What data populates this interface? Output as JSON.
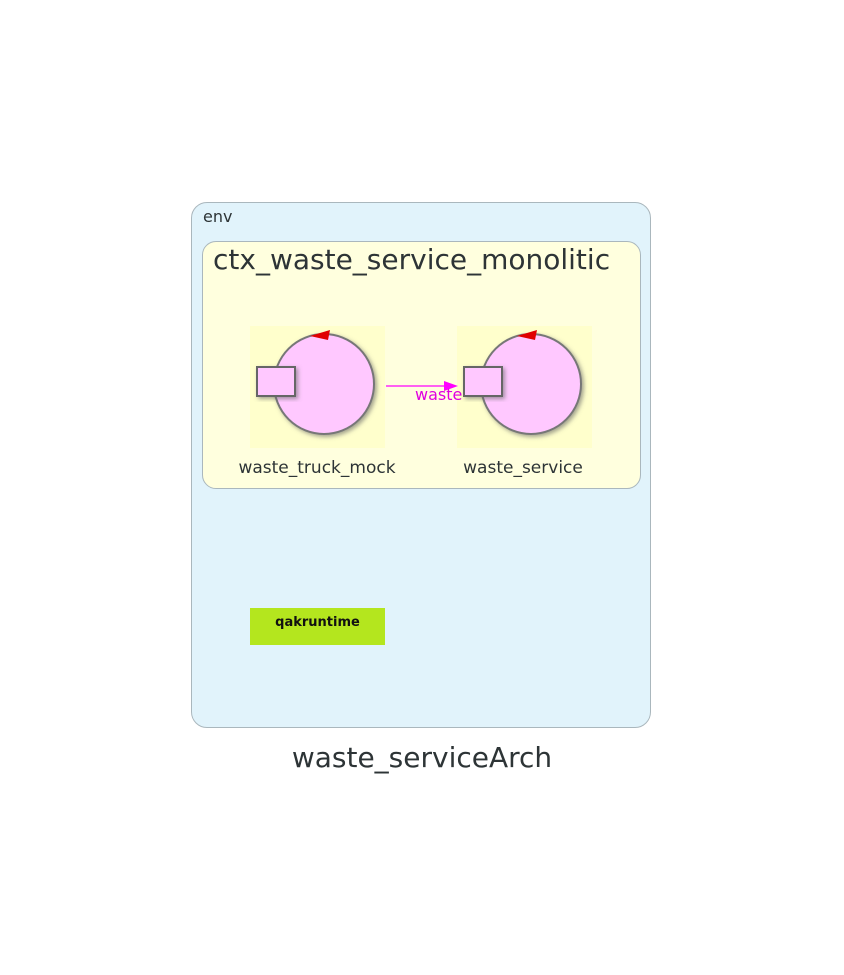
{
  "diagram": {
    "title": "waste_serviceArch",
    "env_label": "env",
    "context_label": "ctx_waste_service_monolitic",
    "actors": [
      {
        "label": "waste_truck_mock"
      },
      {
        "label": "waste_service"
      }
    ],
    "edge": {
      "from": "waste_truck_mock",
      "to": "waste_service",
      "label": "waste",
      "color": "#ff00ff"
    },
    "runtime_label": "qakruntime",
    "colors": {
      "env_fill": "#e1f3fb",
      "context_fill": "#ffffde",
      "actor_fill": "#ffc8ff",
      "runtime_fill": "#b4e61e",
      "arrow": "#ff00ff"
    }
  }
}
